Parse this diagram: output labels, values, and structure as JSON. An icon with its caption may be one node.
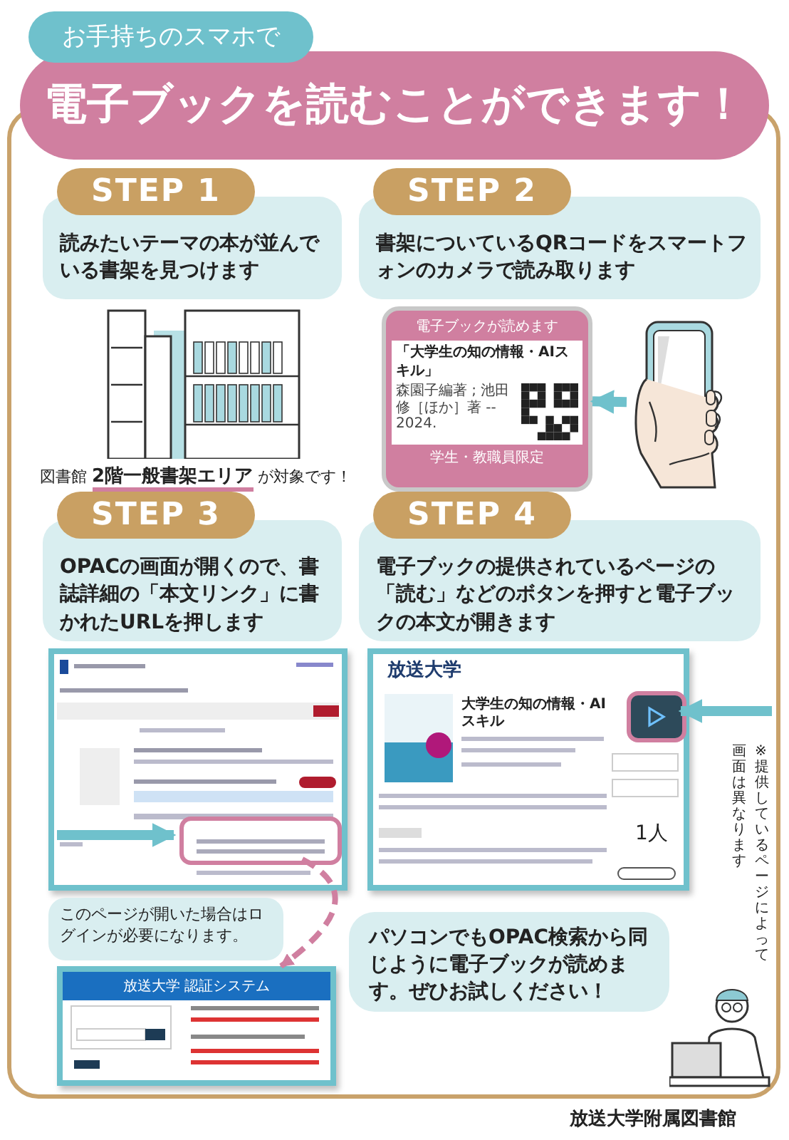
{
  "diagram": {
    "nodes": [
      {
        "text": [
          "お手持ちのスマホで"
        ]
      },
      {
        "text": [
          "電子ブックを読むことができます！"
        ]
      },
      {
        "text": [
          "STEP 1",
          "読みたいテーマの本が並んでいる書架を見つけます"
        ]
      },
      {
        "text": [
          "STEP 2",
          "書架についているQRコードをスマートフォンのカメラで読み取ります"
        ]
      },
      {
        "text": [
          "STEP 3",
          "OPACの画面が開くので、書誌詳細の「本文リンク」に書かれたURLを押します"
        ]
      },
      {
        "text": [
          "STEP 4",
          "電子ブックの提供されているページの「読む」などのボタンを押すと電子ブックの本文が開きます"
        ]
      },
      {
        "text": [
          "電子ブックが読めます",
          "「大学生の知の情報・AIスキル」",
          "森園子編著 ; 池田修［ほか］著 -- 2024.",
          "学生・教職員限定"
        ]
      },
      {
        "text": [],
        "shape": "picture"
      },
      {
        "text": [],
        "shape": "picture"
      },
      {
        "text": [
          "放送大学",
          "大学生の知の情報・AIスキル",
          "1人"
        ]
      },
      {
        "text": [
          "このページが開いた場合はログインが必要になります。"
        ]
      },
      {
        "text": [
          "放送大学 認証システム"
        ]
      },
      {
        "text": [
          "パソコンでもOPAC検索から同じように電子ブックが読めます。ぜひお試しください！"
        ]
      },
      {
        "text": [],
        "shape": "box",
        "in": 8
      },
      {
        "text": [],
        "shape": "box",
        "in": 9
      }
    ],
    "edges": [
      {
        "from": 7,
        "to": 6,
        "arrow": "to"
      },
      {
        "from": null,
        "to": 13,
        "arrow": "to"
      },
      {
        "from": 13,
        "to": 11,
        "arrow": "to",
        "style": "dashed",
        "color": "#d07fa0"
      },
      {
        "from": null,
        "to": 14,
        "arrow": "to"
      }
    ],
    "labels": [
      "図書館 **2階一般書架エリア** が対象です！",
      "※提供しているページによって",
      "画面は異なります",
      "放送大学附属図書館"
    ]
  }
}
